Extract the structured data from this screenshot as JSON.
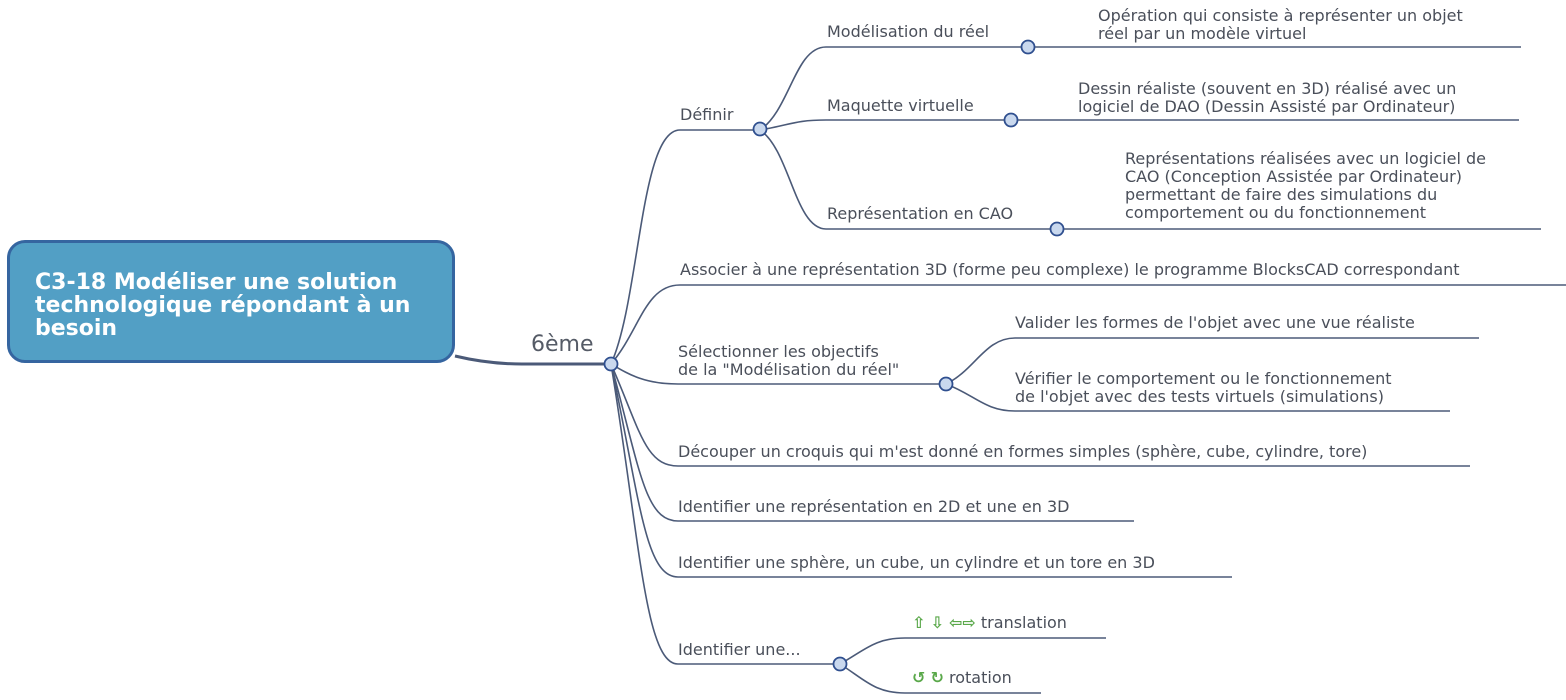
{
  "root": {
    "line1": "C3-18 Modéliser une solution",
    "line2": "technologique répondant à un",
    "line3": "besoin"
  },
  "main": {
    "label": "6ème"
  },
  "definir": {
    "label": "Définir",
    "modelisation": {
      "label": "Modélisation du réel",
      "desc": [
        "Opération qui consiste à représenter un objet",
        "réel par un modèle virtuel"
      ]
    },
    "maquette": {
      "label": "Maquette virtuelle",
      "desc": [
        "Dessin réaliste (souvent en 3D) réalisé avec un",
        "logiciel de DAO (Dessin Assisté par Ordinateur)"
      ]
    },
    "cao": {
      "label": "Représentation en CAO",
      "desc": [
        "Représentations réalisées avec un logiciel de",
        "CAO (Conception Assistée par Ordinateur)",
        "permettant de faire des simulations du",
        "comportement ou du fonctionnement"
      ]
    }
  },
  "associer": {
    "label": "Associer à une représentation 3D (forme peu complexe) le programme BlocksCAD correspondant"
  },
  "selectionner": {
    "label": [
      "Sélectionner les objectifs",
      "de la \"Modélisation du réel\""
    ],
    "valider": "Valider les formes de l'objet avec une vue réaliste",
    "verifier": [
      "Vérifier le comportement ou le fonctionnement",
      "de l'objet avec des tests virtuels (simulations)"
    ]
  },
  "decouper": {
    "label": "Découper un croquis qui m'est donné en formes simples (sphère, cube, cylindre, tore)"
  },
  "identifier2d": {
    "label": "Identifier une représentation en 2D et une en 3D"
  },
  "identifierSphere": {
    "label": "Identifier une sphère, un cube, un cylindre et un tore en 3D"
  },
  "identifierUne": {
    "label": "Identifier une...",
    "translation": {
      "label": "translation",
      "icons": [
        "arrow-up-icon",
        "arrow-down-icon",
        "arrow-left-icon",
        "arrow-right-icon"
      ]
    },
    "rotation": {
      "label": "rotation",
      "icons": [
        "rotate-ccw-icon",
        "rotate-cw-icon"
      ]
    }
  },
  "colors": {
    "line": "#4b5a78",
    "nodeFill": "#c9d8ee",
    "nodeStroke": "#2f4f8f",
    "rootFill": "#529fc5",
    "rootBorder": "#3565a0",
    "iconGreen": "#5aa84a"
  }
}
